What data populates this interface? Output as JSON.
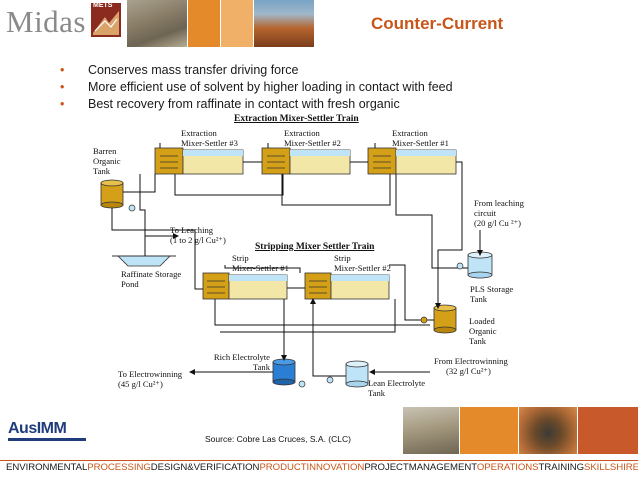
{
  "header": {
    "logo_text": "Midas",
    "logo_badge": "METS",
    "title": "Counter-Current"
  },
  "bullets": [
    "Conserves mass transfer driving force",
    "More efficient use of solvent by higher loading in contact with feed",
    "Best recovery from raffinate in contact with fresh organic"
  ],
  "diagram": {
    "extraction_train_title": "Extraction Mixer-Settler Train",
    "stripping_train_title": "Stripping Mixer Settler Train",
    "extraction_settlers": [
      {
        "line1": "Extraction",
        "line2": "Mixer-Settler #3"
      },
      {
        "line1": "Extraction",
        "line2": "Mixer-Settler #2"
      },
      {
        "line1": "Extraction",
        "line2": "Mixer-Settler #1"
      }
    ],
    "strip_settlers": [
      {
        "line1": "Strip",
        "line2": "Mixer-Settler #1"
      },
      {
        "line1": "Strip",
        "line2": "Mixer-Settler #2"
      }
    ],
    "barren_organic_tank": [
      "Barren",
      "Organic",
      "Tank"
    ],
    "to_leaching": [
      "To Leaching",
      "(1 to 2 g/l Cu²⁺)"
    ],
    "raffinate_pond": [
      "Raffinate Storage",
      "Pond"
    ],
    "from_leaching": [
      "From leaching",
      "circuit",
      "(20 g/l Cu ²⁺)"
    ],
    "pls_tank": [
      "PLS Storage",
      "Tank"
    ],
    "loaded_organic_tank": [
      "Loaded",
      "Organic",
      "Tank"
    ],
    "rich_electrolyte_tank": [
      "Rich Electrolyte",
      "Tank"
    ],
    "from_electrowinning": [
      "From Electrowinning",
      "(32 g/l Cu²⁺)"
    ],
    "lean_electrolyte_tank": [
      "Lean Electrolyte",
      "Tank"
    ],
    "to_electrowinning": [
      "To Electrowinning",
      "(45 g/l Cu²⁺)"
    ]
  },
  "source": "Source: Cobre Las Cruces, S.A. (CLC)",
  "logos": {
    "ausimm": "AusIMM"
  },
  "footer": [
    {
      "text": "ENVIRONMENTAL",
      "highlight": false
    },
    {
      "text": "PROCESSING",
      "highlight": true
    },
    {
      "text": "DESIGN&VERIFICATION",
      "highlight": false
    },
    {
      "text": "PRODUCT",
      "highlight": true
    },
    {
      "text": "INNOVATION",
      "highlight": true
    },
    {
      "text": "PROJECT",
      "highlight": false
    },
    {
      "text": "MANAGEMENT",
      "highlight": false
    },
    {
      "text": "OPERATIONS",
      "highlight": true
    },
    {
      "text": "TRAINING",
      "highlight": false
    },
    {
      "text": "SKILLSHIRE",
      "highlight": true
    }
  ],
  "colors": {
    "accent": "#c8561a",
    "tank_gold": "#d4a017",
    "tank_blue": "#2a7fd4",
    "tank_light_blue": "#bfe3f7",
    "pond_blue": "#bfe3f7"
  }
}
